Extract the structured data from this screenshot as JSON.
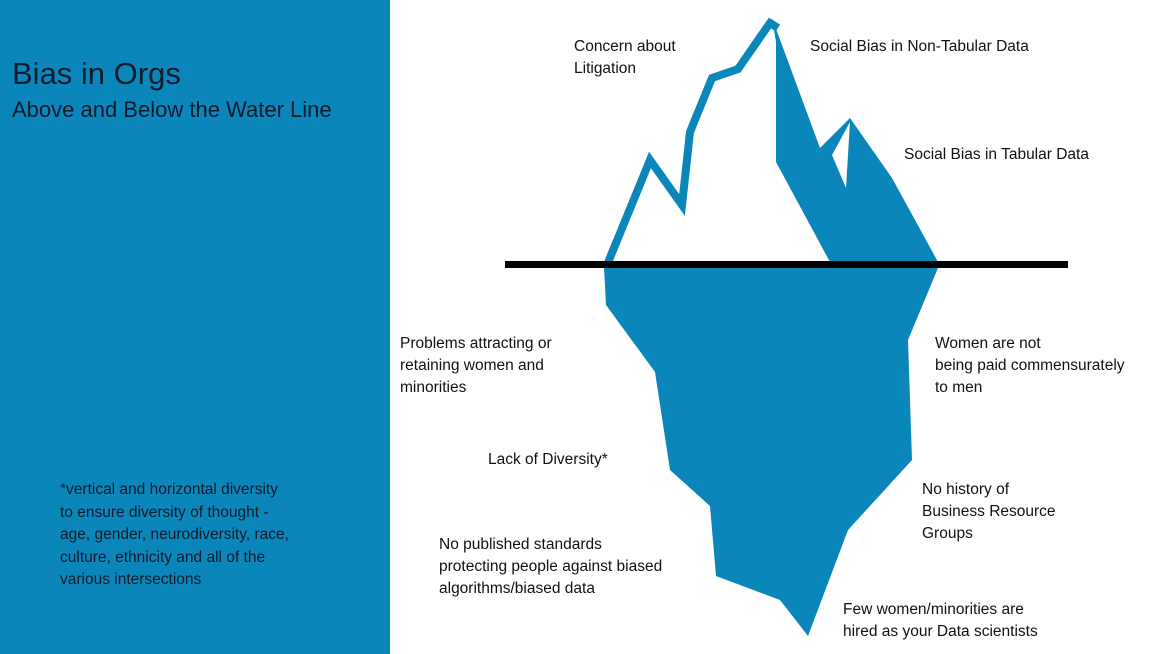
{
  "slide": {
    "title": "Bias in Orgs",
    "subtitle": "Above and Below the Water Line",
    "footnote": "*vertical and horizontal diversity\nto ensure diversity of thought -\nage, gender, neurodiversity, race,\nculture, ethnicity and all of the\nvarious intersections"
  },
  "colors": {
    "panel": "#0b86bb",
    "iceberg": "#0b86bb",
    "waterline": "#000000",
    "background": "#ffffff"
  },
  "above_water": {
    "litigation": "Concern about\nLitigation",
    "non_tabular": "Social Bias in Non-Tabular Data",
    "tabular": "Social Bias in Tabular Data"
  },
  "below_water": {
    "attracting": "Problems attracting or\nretaining women and\nminorities",
    "pay": "Women are not\nbeing paid commensurately\nto men",
    "diversity": "Lack of Diversity*",
    "resource_groups": "No history of\nBusiness Resource\nGroups",
    "standards": "No published standards\nprotecting people against biased\nalgorithms/biased data",
    "hiring": "Few women/minorities are\nhired as your Data scientists"
  }
}
